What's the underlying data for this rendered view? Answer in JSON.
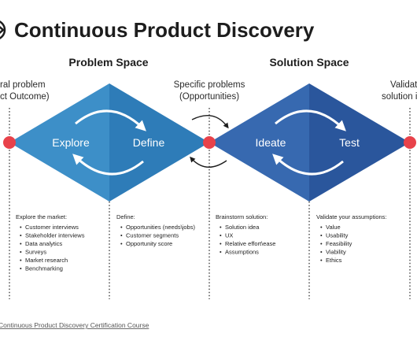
{
  "header": {
    "title": "Continuous Product Discovery"
  },
  "spaces": {
    "problem": "Problem Space",
    "solution": "Solution Space"
  },
  "top_labels": {
    "left": [
      "ral problem",
      "ct Outcome)"
    ],
    "middle": [
      "Specific problems",
      "(Opportunities)"
    ],
    "right": [
      "Validate",
      "solution i"
    ]
  },
  "phases": {
    "explore": "Explore",
    "define": "Define",
    "ideate": "Ideate",
    "test": "Test"
  },
  "columns": [
    {
      "heading": "Explore the market:",
      "items": [
        "Customer interviews",
        "Stakeholder interviews",
        "Data analytics",
        "Surveys",
        "Market research",
        "Benchmarking"
      ]
    },
    {
      "heading": "Define:",
      "items": [
        "Opportunities (needs\\jobs)",
        "Customer segments",
        "Opportunity score"
      ]
    },
    {
      "heading": "Brainstorm solution:",
      "items": [
        "Solution idea",
        "UX",
        "Relative effort\\ease",
        "Assumptions"
      ]
    },
    {
      "heading": "Validate your assumptions:",
      "items": [
        "Value",
        "Usability",
        "Feasibility",
        "Viability",
        "Ethics"
      ]
    }
  ],
  "footer": {
    "link": "Continuous Product Discovery Certification Course"
  },
  "colors": {
    "explore": "#3d8fc8",
    "define": "#2e7cb8",
    "ideate": "#3769b0",
    "test": "#2a569c",
    "node": "#e8424a",
    "text": "#1d1d1d"
  }
}
